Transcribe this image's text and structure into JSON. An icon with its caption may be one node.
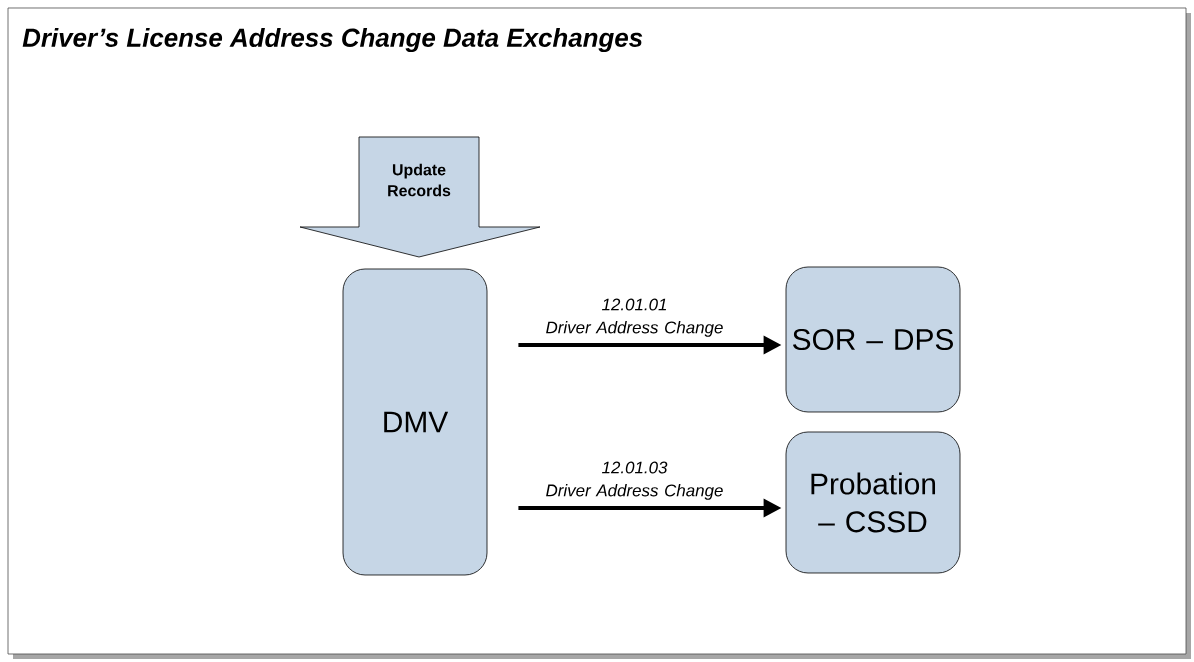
{
  "diagram": {
    "title": "Driver’s License Address Change Data Exchanges",
    "nodes": [
      {
        "text": [
          "Update Records"
        ]
      },
      {
        "text": [
          "DMV"
        ]
      },
      {
        "text": [
          "SOR – DPS"
        ]
      },
      {
        "text": [
          "Probation – CSSD"
        ]
      }
    ],
    "edges": [
      {
        "from": 1,
        "to": 2,
        "arrow": "to",
        "label": "12.01.01 Driver Address Change"
      },
      {
        "from": 1,
        "to": 3,
        "arrow": "to",
        "label": "12.01.03 Driver Address Change"
      }
    ]
  }
}
